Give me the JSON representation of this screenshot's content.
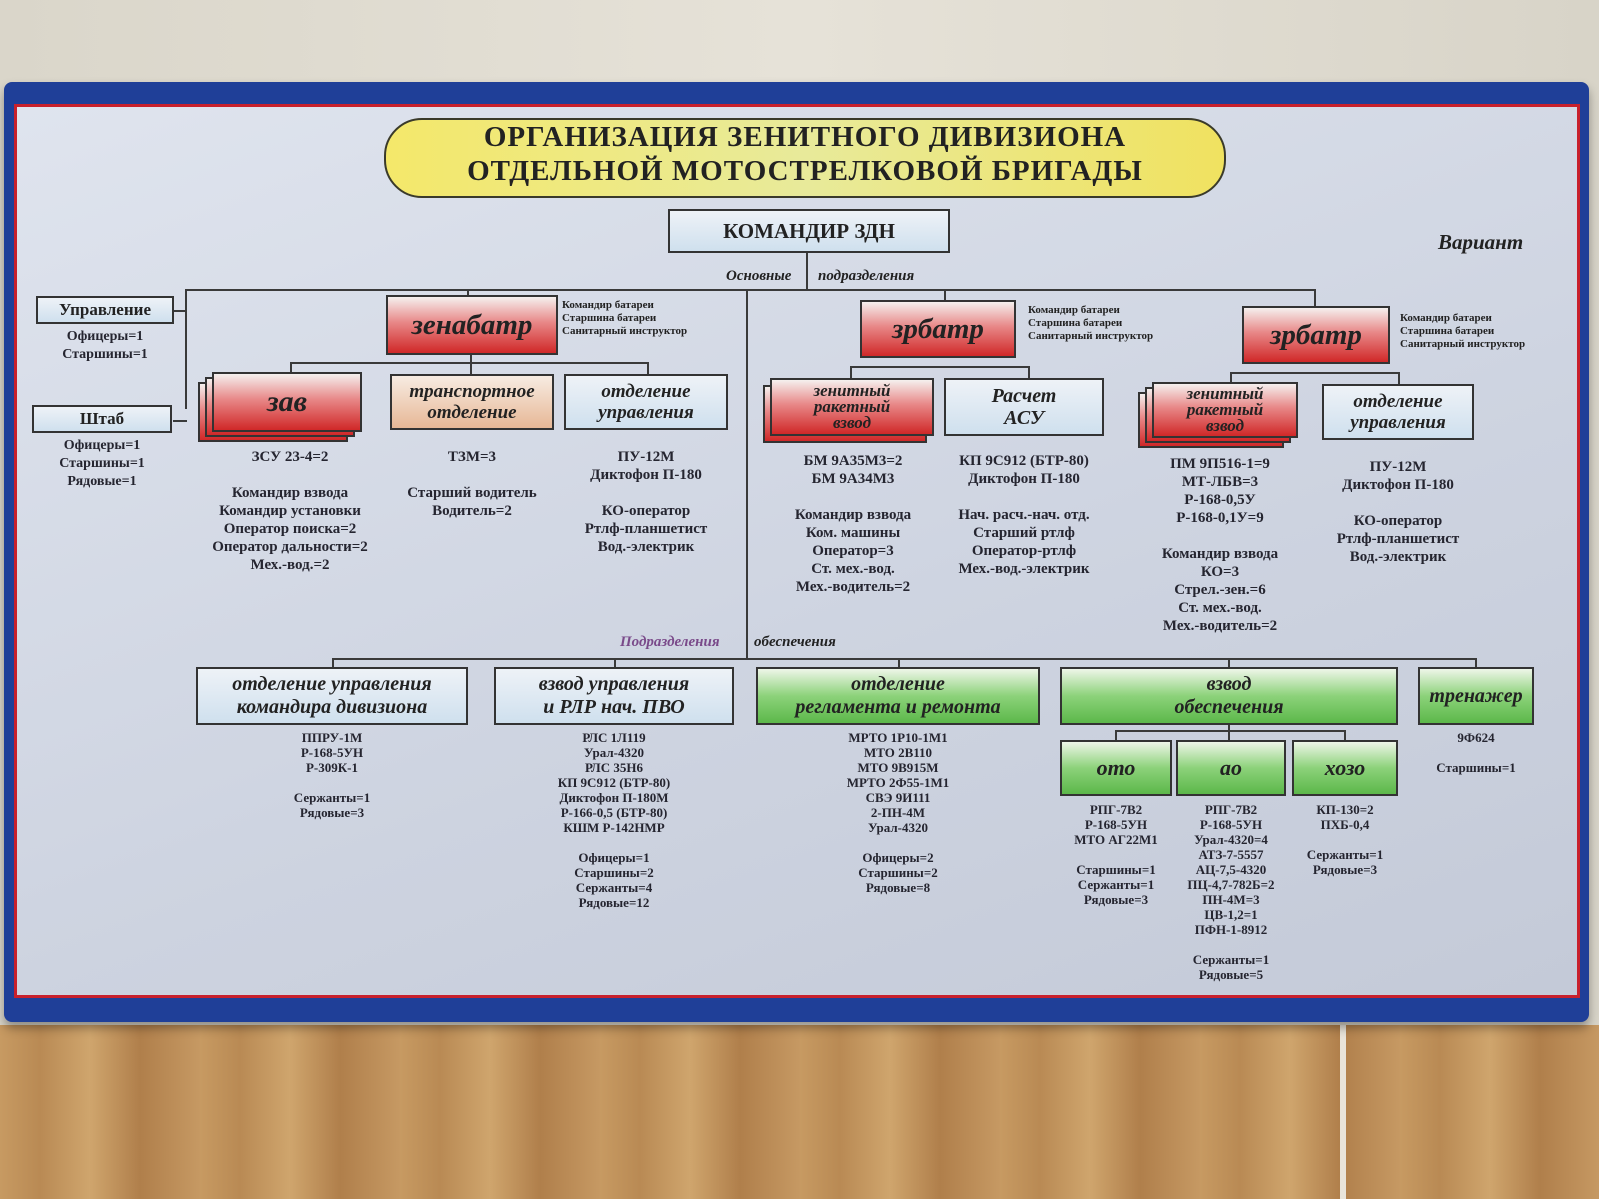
{
  "title": {
    "line1": "ОРГАНИЗАЦИЯ ЗЕНИТНОГО ДИВИЗИОНА",
    "line2": "ОТДЕЛЬНОЙ МОТОСТРЕЛКОВОЙ БРИГАДЫ"
  },
  "commander": "КОМАНДИР ЗДН",
  "variant": "Вариант",
  "main_label": {
    "a": "Основные",
    "b": "подразделения"
  },
  "support_label": {
    "a": "Подразделения",
    "b": "обеспечения"
  },
  "upravlenie": {
    "name": "Управление",
    "details": "Офицеры=1\nСтаршины=1"
  },
  "shtab": {
    "name": "Штаб",
    "details": "Офицеры=1\nСтаршины=1\nРядовые=1"
  },
  "zenabatr": {
    "name": "зенабатр",
    "staff": "Командир батареи\nСтаршина батареи\nСанитарный инструктор",
    "zav": {
      "name": "зав",
      "details": "ЗСУ 23-4=2\n\nКомандир взвода\nКомандир установки\nОператор поиска=2\nОператор дальности=2\nМех.-вод.=2"
    },
    "transport": {
      "name": "транспортное\nотделение",
      "details": "ТЗМ=3\n\nСтарший водитель\nВодитель=2"
    },
    "upr": {
      "name": "отделение\nуправления",
      "details": "ПУ-12М\nДиктофон П-180\n\nКО-оператор\nРтлф-планшетист\nВод.-электрик"
    }
  },
  "zrbatr1": {
    "name": "зрбатр",
    "staff": "Командир батареи\nСтаршина батареи\nСанитарный инструктор",
    "zrv": {
      "name": "зенитный\nракетный\nвзвод",
      "details": "БМ 9А35М3=2\nБМ 9А34М3\n\nКомандир взвода\nКом. машины\nОператор=3\nСт. мех.-вод.\nМех.-водитель=2"
    },
    "asu": {
      "name": "Расчет\nАСУ",
      "details": "КП 9С912 (БТР-80)\nДиктофон П-180\n\nНач. расч.-нач. отд.\nСтарший ртлф\nОператор-ртлф\nМех.-вод.-электрик"
    }
  },
  "zrbatr2": {
    "name": "зрбатр",
    "staff": "Командир батареи\nСтаршина батареи\nСанитарный инструктор",
    "zrv": {
      "name": "зенитный\nракетный\nвзвод",
      "details": "ПМ 9П516-1=9\nМТ-ЛБВ=3\nР-168-0,5У\nР-168-0,1У=9\n\nКомандир взвода\nКО=3\nСтрел.-зен.=6\nСт. мех.-вод.\nМех.-водитель=2"
    },
    "upr": {
      "name": "отделение\nуправления",
      "details": "ПУ-12М\nДиктофон П-180\n\nКО-оператор\nРтлф-планшетист\nВод.-электрик"
    }
  },
  "support": {
    "ou": {
      "name": "отделение управления\nкомандира дивизиона",
      "details": "ППРУ-1М\nР-168-5УН\nР-309К-1\n\nСержанты=1\nРядовые=3"
    },
    "vu": {
      "name": "взвод управления\nи РЛР нач. ПВО",
      "details": "РЛС 1Л119\nУрал-4320\nРЛС 35Н6\nКП 9С912 (БТР-80)\nДиктофон П-180М\nР-166-0,5 (БТР-80)\nКШМ Р-142НМР\n\nОфицеры=1\nСтаршины=2\nСержанты=4\nРядовые=12"
    },
    "orr": {
      "name": "отделение\nрегламента и ремонта",
      "details": "МРТО 1Р10-1М1\nМТО 2В110\nМТО 9В915М\nМРТО 2Ф55-1М1\nСВЭ 9И111\n2-ПН-4М\nУрал-4320\n\nОфицеры=2\nСтаршины=2\nРядовые=8"
    },
    "vo": {
      "name": "взвод\nобеспечения",
      "oto": {
        "name": "ото",
        "details": "РПГ-7В2\nР-168-5УН\nМТО АГ22М1\n\nСтаршины=1\nСержанты=1\nРядовые=3"
      },
      "ao": {
        "name": "ао",
        "details": "РПГ-7В2\nР-168-5УН\nУрал-4320=4\nАТЗ-7-5557\nАЦ-7,5-4320\nПЦ-4,7-782Б=2\nПН-4М=3\nЦВ-1,2=1\nПФН-1-8912\n\nСержанты=1\nРядовые=5"
      },
      "hozo": {
        "name": "хозо",
        "details": "КП-130=2\nПХБ-0,4\n\nСержанты=1\nРядовые=3"
      }
    },
    "tren": {
      "name": "тренажер",
      "details": "9Ф624\n\nСтаршины=1"
    }
  }
}
